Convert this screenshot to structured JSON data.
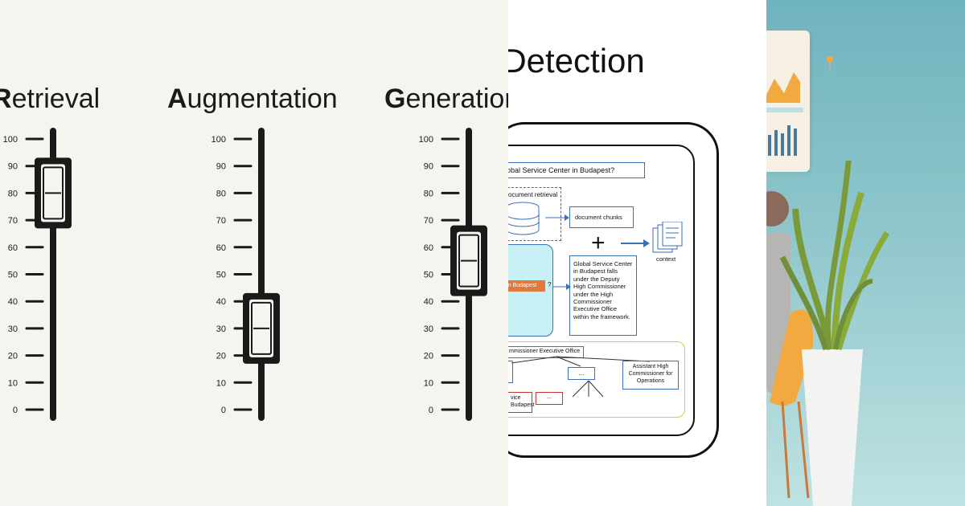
{
  "sliders": [
    {
      "initial": "R",
      "rest": "etrieval",
      "value": 80
    },
    {
      "initial": "A",
      "rest": "ugmentation",
      "value": 30
    },
    {
      "initial": "G",
      "rest": "eneration",
      "value": 55
    }
  ],
  "tick_labels": [
    "100",
    "90",
    "80",
    "70",
    "60",
    "50",
    "40",
    "30",
    "20",
    "10",
    "0"
  ],
  "diagram": {
    "title_fragment": "ty Detection",
    "question": "s the Global Service Center in Budapest?",
    "doc_retrieval": "ocument retrieval",
    "chunks": "document chunks",
    "answer": "Global Service Center in Budapest falls under the Deputy High Commissioner under the High Commissioner Executive Office within the framework.",
    "context": "context",
    "highlight": "er in Budapest",
    "question_mark": "?",
    "org_head": "mmissioner Executive Office",
    "node_dots": "...",
    "node_ops": "Assistant High Commissioner for Operations",
    "node_service_1": "vice",
    "node_service_2": "Budapest",
    "node_small": "..."
  },
  "colors": {
    "slider_bg": "#f6f4ee",
    "ink": "#1a1a1a",
    "teal": "#7fbfc6",
    "orange": "#e0783a",
    "chair": "#f2a940"
  }
}
